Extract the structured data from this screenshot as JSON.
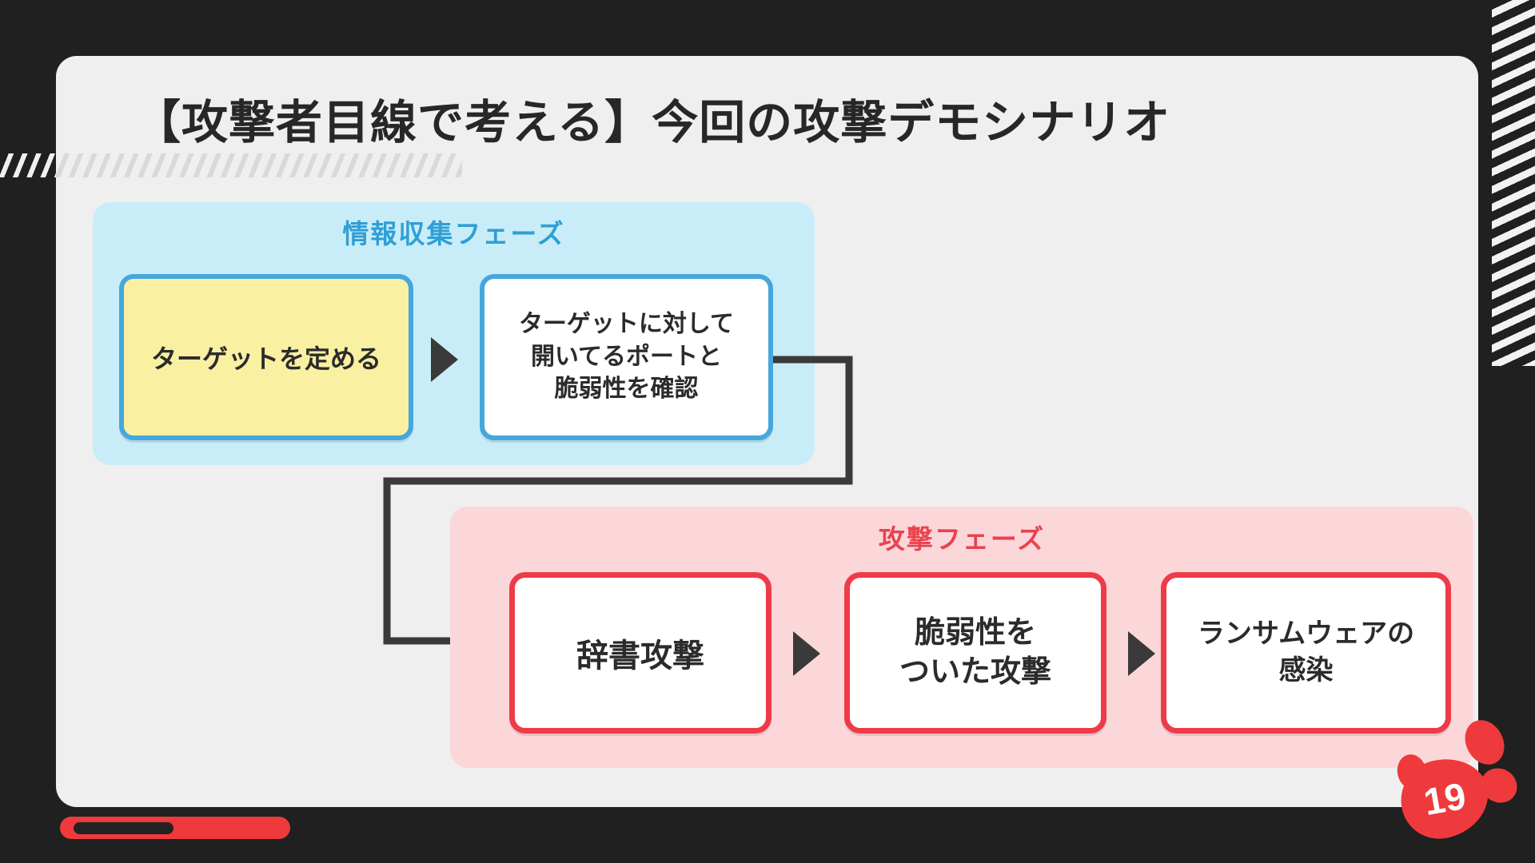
{
  "slide": {
    "title": "【攻撃者目線で考える】今回の攻撃デモシナリオ",
    "page_number": "19"
  },
  "recon_phase": {
    "label": "情報収集フェーズ",
    "steps": [
      {
        "text": "ターゲットを定める"
      },
      {
        "text": "ターゲットに対して\n開いてるポートと\n脆弱性を確認"
      }
    ]
  },
  "attack_phase": {
    "label": "攻撃フェーズ",
    "steps": [
      {
        "text": "辞書攻撃"
      },
      {
        "text": "脆弱性を\nついた攻撃"
      },
      {
        "text": "ランサムウェアの\n感染"
      }
    ]
  },
  "icons": {
    "step_arrow": "triangle-right",
    "page_marker": "paw-print",
    "decor_top_right": "diagonal-stripes",
    "decor_under_title": "diagonal-hatch"
  },
  "colors": {
    "background": "#202020",
    "slide_bg": "#efefef",
    "title_text": "#272727",
    "recon_bg": "#c9edf8",
    "recon_accent": "#2f9fd6",
    "recon_border": "#45a7dd",
    "target_fill": "#faf0a2",
    "attack_bg": "#fcd7da",
    "attack_accent": "#e8434e",
    "attack_border": "#ee3b48",
    "connector": "#3a3a3a",
    "footer_red": "#ee3a3c",
    "page_number_text": "#ffffff"
  }
}
